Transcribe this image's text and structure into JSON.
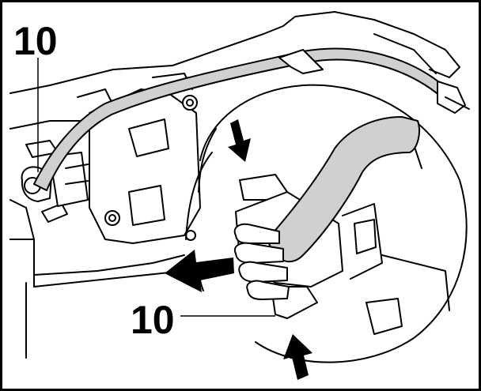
{
  "callouts": [
    {
      "label": "10"
    },
    {
      "label": "10"
    }
  ],
  "colors": {
    "line": "#000000",
    "hose_fill": "#d0d0d0",
    "hand_fill": "#ffffff",
    "background": "#ffffff"
  },
  "icons": [
    "press-down-arrow",
    "press-up-arrow",
    "pull-out-arrow"
  ]
}
